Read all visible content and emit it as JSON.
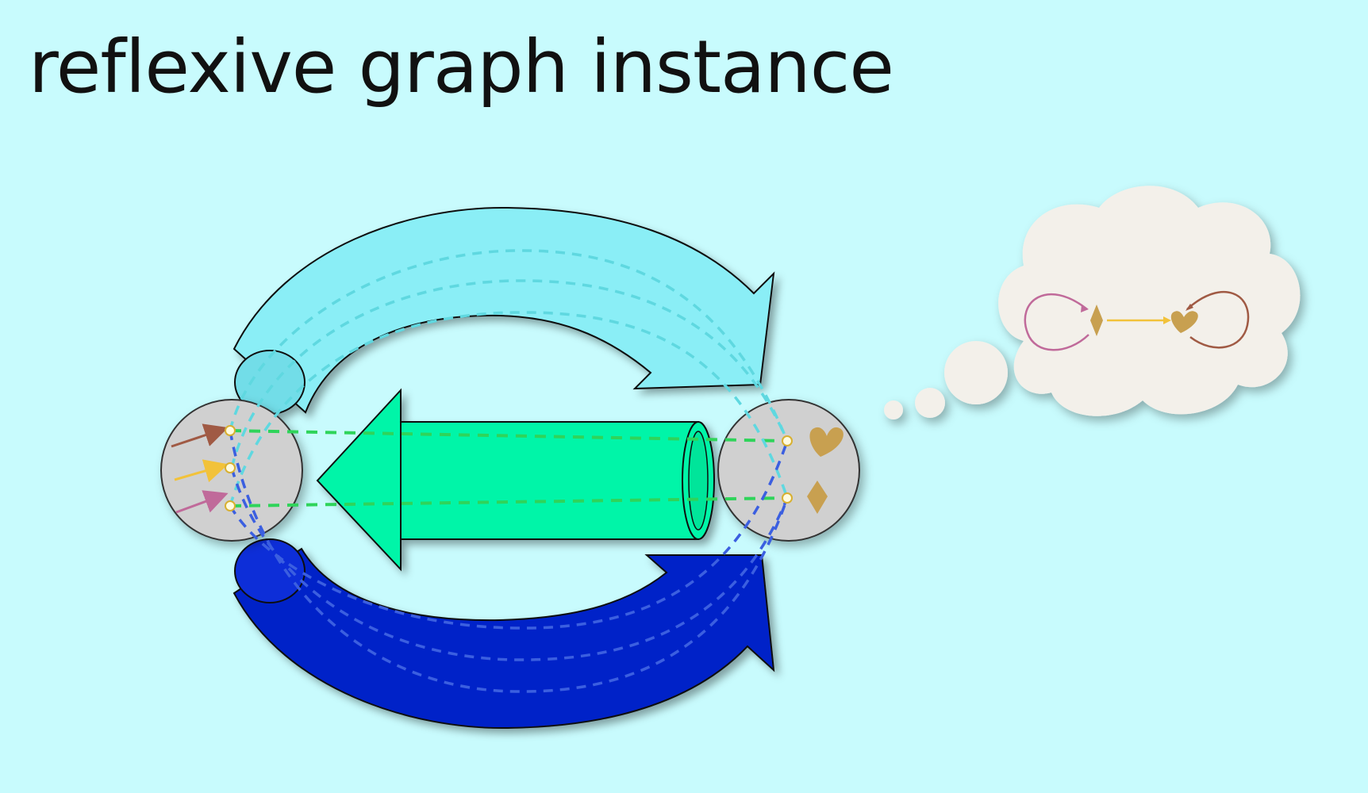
{
  "slide": {
    "title": "reflexive graph instance"
  },
  "diagram": {
    "left_set": {
      "elements": [
        "arrow-brown",
        "arrow-yellow",
        "arrow-pink"
      ]
    },
    "right_set": {
      "elements": [
        "heart",
        "diamond"
      ]
    },
    "arrows": [
      {
        "name": "top-arrow",
        "direction": "left-to-right",
        "color": "#8aeef6"
      },
      {
        "name": "middle-arrow",
        "direction": "right-to-left",
        "color": "#00f5a8"
      },
      {
        "name": "bottom-arrow",
        "direction": "left-to-right",
        "color": "#0422c8"
      }
    ],
    "colors": {
      "background": "#c8fbfd",
      "set_fill": "#d0d0d0",
      "green_dash": "#2fd45a",
      "blue_dash": "#3b5fe0",
      "cyan_dash": "#5fd8e0",
      "brown": "#a05a44",
      "yellow": "#f2c23a",
      "pink": "#c06a9a",
      "gold": "#c8a050"
    }
  },
  "thought_cloud": {
    "graph": {
      "nodes": [
        "diamond",
        "heart"
      ],
      "edges": [
        {
          "from": "diamond",
          "to": "diamond",
          "color": "#c06a9a"
        },
        {
          "from": "diamond",
          "to": "heart",
          "color": "#f2c23a"
        },
        {
          "from": "heart",
          "to": "heart",
          "color": "#a05a44"
        }
      ]
    }
  }
}
